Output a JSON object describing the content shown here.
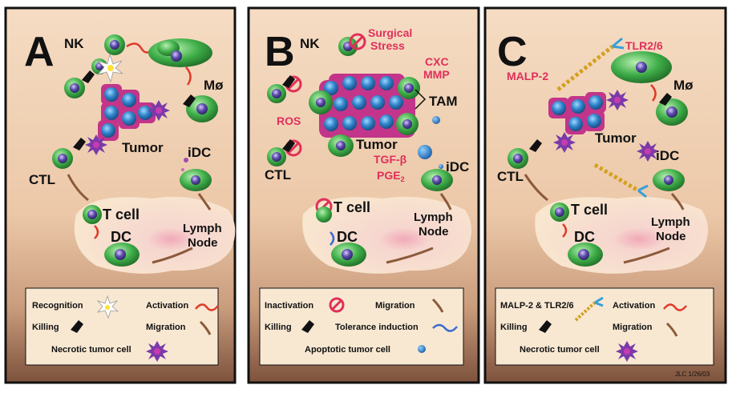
{
  "panels": [
    {
      "letter": "A",
      "labels": {
        "nk": "NK",
        "mo": "Mø",
        "tumor": "Tumor",
        "ctl": "CTL",
        "idc": "iDC",
        "tcell": "T cell",
        "dc": "DC",
        "lymph1": "Lymph",
        "lymph2": "Node"
      },
      "legend": {
        "recognition": "Recognition",
        "activation": "Activation",
        "killing": "Killing",
        "migration": "Migration",
        "necrotic": "Necrotic tumor cell"
      }
    },
    {
      "letter": "B",
      "labels": {
        "nk": "NK",
        "surgical1": "Surgical",
        "surgical2": "Stress",
        "cxc": "CXC",
        "mmp": "MMP",
        "tam": "TAM",
        "ros": "ROS",
        "tumor": "Tumor",
        "ctl": "CTL",
        "tgf": "TGF-β",
        "pge": "PGE",
        "pge_sub": "2",
        "idc": "iDC",
        "tcell": "T cell",
        "dc": "DC",
        "lymph1": "Lymph",
        "lymph2": "Node"
      },
      "legend": {
        "inactivation": "Inactivation",
        "migration": "Migration",
        "killing": "Killing",
        "tolerance": "Tolerance induction",
        "apoptotic": "Apoptotic tumor cell"
      }
    },
    {
      "letter": "C",
      "labels": {
        "tlr": "TLR2/6",
        "malp": "MALP-2",
        "mo": "Mø",
        "tumor": "Tumor",
        "ctl": "CTL",
        "idc": "iDC",
        "tcell": "T cell",
        "dc": "DC",
        "lymph1": "Lymph",
        "lymph2": "Node"
      },
      "legend": {
        "malp_tlr": "MALP-2 & TLR2/6",
        "activation": "Activation",
        "killing": "Killing",
        "migration": "Migration",
        "necrotic": "Necrotic tumor cell"
      }
    }
  ],
  "credit": "JLC 1/26/03",
  "colors": {
    "panel_top": "#f3d9bf",
    "panel_bottom": "#8a5e48",
    "tumor_cell": "#c2358a",
    "nucleus": "#2f83c9",
    "green": "#3fae49",
    "red_text": "#e0305a",
    "lymph": "#f7e3c9"
  }
}
